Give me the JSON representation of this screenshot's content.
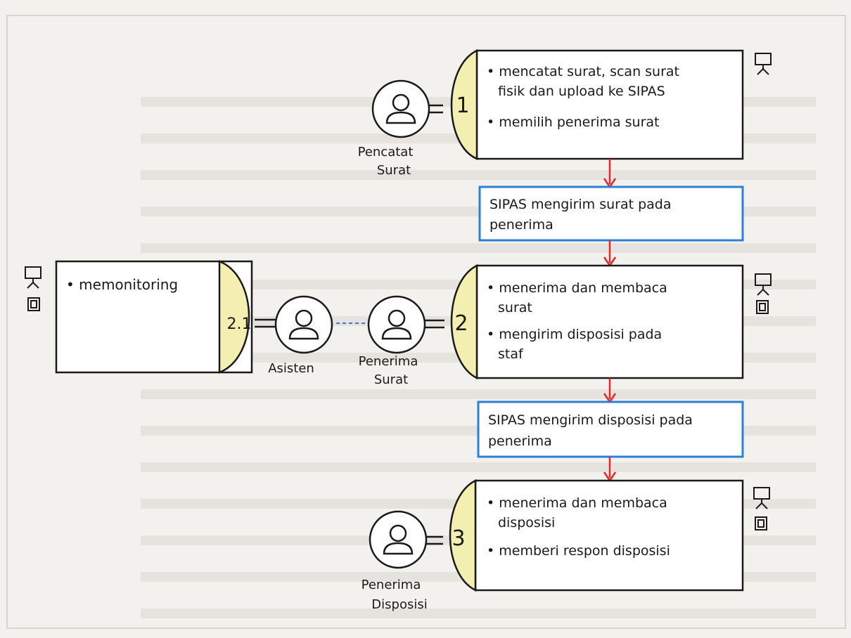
{
  "diagram": {
    "background_color": "#f3f1ee",
    "accent_yellow": "#f3efb1",
    "arrow_red": "#e8262a",
    "box_blue": "#2c7fd8",
    "steps": [
      {
        "number": "1",
        "actor": [
          "Pencatat",
          "Surat"
        ],
        "tasks": [
          "• mencatat surat, scan surat",
          "fisik dan upload ke SIPAS",
          "• memilih penerima surat"
        ]
      },
      {
        "number": "2",
        "actor": [
          "Penerima",
          "Surat"
        ],
        "tasks": [
          "• menerima dan membaca",
          "surat",
          "• mengirim disposisi pada",
          "staf"
        ]
      },
      {
        "number": "3",
        "actor": [
          "Penerima",
          "Disposisi"
        ],
        "tasks": [
          "• menerima dan membaca",
          "disposisi",
          "• memberi respon disposisi"
        ]
      },
      {
        "number": "2.1",
        "actor": [
          "Asisten"
        ],
        "tasks": [
          "• memonitoring"
        ]
      }
    ],
    "system_boxes": [
      [
        "SIPAS mengirim surat pada",
        "penerima"
      ],
      [
        "SIPAS mengirim disposisi pada",
        "penerima"
      ]
    ]
  }
}
